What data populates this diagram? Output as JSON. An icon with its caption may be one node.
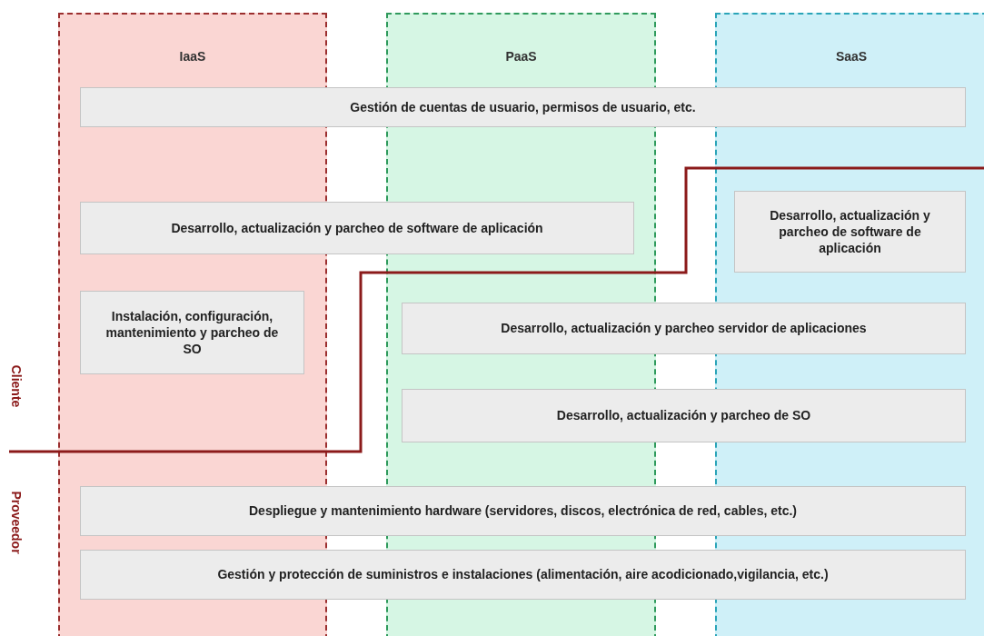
{
  "diagram": {
    "nodes": [
      {
        "text": [
          "IaaS"
        ]
      },
      {
        "text": [
          "PaaS"
        ]
      },
      {
        "text": [
          "SaaS"
        ]
      },
      {
        "text": [
          "Gestión de cuentas de usuario, permisos de usuario, etc."
        ]
      },
      {
        "text": [
          "Desarrollo, actualización y parcheo de software de aplicación"
        ]
      },
      {
        "text": [
          "Desarrollo, actualización y parcheo de software de aplicación"
        ],
        "in": 2
      },
      {
        "text": [
          "Instalación, configuración, mantenimiento y parcheo de SO"
        ],
        "in": 0
      },
      {
        "text": [
          "Desarrollo, actualización y parcheo servidor de aplicaciones"
        ]
      },
      {
        "text": [
          "Desarrollo, actualización y parcheo de SO"
        ]
      },
      {
        "text": [
          "Despliegue y mantenimiento hardware (servidores, discos, electrónica de red, cables, etc.)"
        ]
      },
      {
        "text": [
          "Gestión y protección de suministros e instalaciones (alimentación, aire acodicionado,vigilancia, etc.)"
        ]
      }
    ],
    "labels": [
      "Cliente",
      "Proveedor"
    ]
  }
}
